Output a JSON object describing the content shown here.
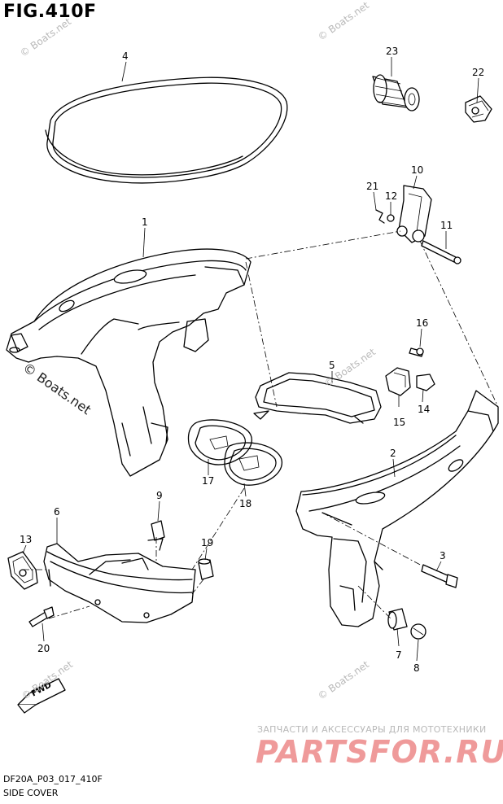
{
  "figure": {
    "title": "FIG.410F",
    "code": "DF20A_P03_017_410F",
    "caption": "SIDE COVER"
  },
  "parts": [
    "1",
    "2",
    "3",
    "4",
    "5",
    "6",
    "7",
    "8",
    "9",
    "10",
    "11",
    "12",
    "13",
    "14",
    "15",
    "16",
    "17",
    "18",
    "19",
    "20",
    "21",
    "22",
    "23"
  ],
  "fwd_label": "FWD",
  "watermarks": {
    "site": "© Boats.net",
    "brand_sub": "ЗАПЧАСТИ И АКСЕССУАРЫ ДЛЯ МОТОТЕХНИКИ",
    "brand": "PARTSFOR.RU"
  },
  "colors": {
    "line": "#000000",
    "brand": "#ef9a9a",
    "watermark": "#b9b9b9"
  }
}
